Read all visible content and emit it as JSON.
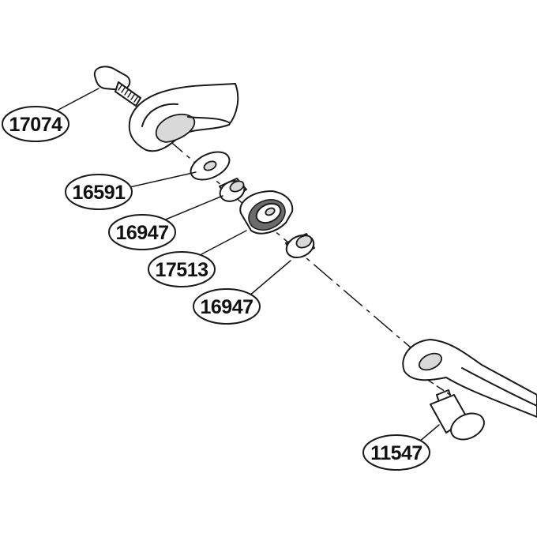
{
  "parts": [
    {
      "id": "screw",
      "number": "17074"
    },
    {
      "id": "washer",
      "number": "16591"
    },
    {
      "id": "collar-upper",
      "number": "16947"
    },
    {
      "id": "bearing",
      "number": "17513"
    },
    {
      "id": "collar-lower",
      "number": "16947"
    },
    {
      "id": "knob-pin",
      "number": "11547"
    }
  ]
}
